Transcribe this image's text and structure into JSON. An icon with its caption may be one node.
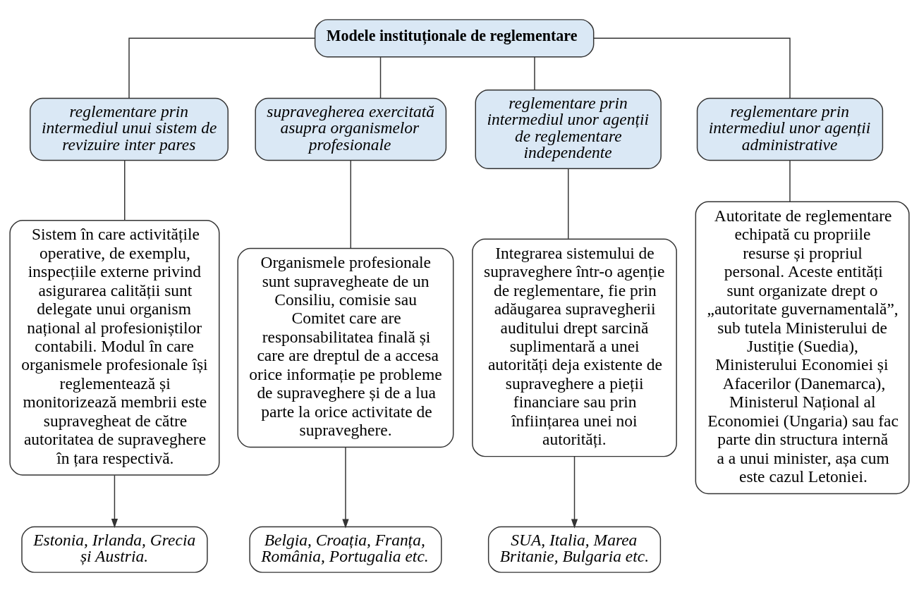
{
  "diagram": {
    "nodes": [
      {
        "text": [
          "Modele instituționale de reglementare"
        ]
      },
      {
        "text": [
          "reglementare prin intermediul unui sistem de revizuire inter pares"
        ]
      },
      {
        "text": [
          "supravegherea exercitată asupra organismelor profesionale"
        ]
      },
      {
        "text": [
          "reglementare prin intermediul unor agenții de reglementare independente"
        ]
      },
      {
        "text": [
          "reglementare prin intermediul unor agenții administrative"
        ]
      },
      {
        "text": [
          "Sistem în care activitățile operative, de exemplu, inspecțiile externe privind asigurarea calității sunt delegate unui organism național al profesioniștilor contabili. Modul în care organismele profesionale își reglementează și monitorizează membrii este supravegheat de către autoritatea de supraveghere în țara respectivă."
        ]
      },
      {
        "text": [
          "Organismele profesionale sunt supravegheate de un Consiliu, comisie sau Comitet care are responsabilitatea finală și care are dreptul de a accesa orice informație pe probleme de supraveghere și de a lua parte la orice activitate de supraveghere."
        ]
      },
      {
        "text": [
          "Integrarea sistemului de supraveghere într-o agenție de reglementare, fie prin adăugarea supravegherii auditului drept sarcină suplimentară a unei autorități deja existente de supraveghere a pieții financiare sau prin înființarea unei noi autorități."
        ]
      },
      {
        "text": [
          "Autoritate de reglementare echipată cu propriile resurse și propriul personal. Aceste entități sunt organizate drept o „autoritate guvernamentală”, sub tutela Ministerului de Justiție (Suedia), Ministerului Economiei și Afacerilor (Danemarca), Ministerul Național al Economiei (Ungaria) sau fac parte din structura internă a a unui minister, așa cum este cazul Letoniei."
        ]
      },
      {
        "text": [
          "Estonia, Irlanda, Grecia și Austria."
        ]
      },
      {
        "text": [
          "Belgia, Croația, Franța, România, Portugalia etc."
        ]
      },
      {
        "text": [
          "SUA, Italia, Marea Britanie, Bulgaria etc."
        ]
      }
    ],
    "edges": [
      {
        "from": 0,
        "to": 1,
        "arrow": "none"
      },
      {
        "from": 0,
        "to": 2,
        "arrow": "none"
      },
      {
        "from": 0,
        "to": 3,
        "arrow": "none"
      },
      {
        "from": 0,
        "to": 4,
        "arrow": "none"
      },
      {
        "from": 1,
        "to": 5,
        "arrow": "none"
      },
      {
        "from": 2,
        "to": 6,
        "arrow": "none"
      },
      {
        "from": 3,
        "to": 7,
        "arrow": "none"
      },
      {
        "from": 4,
        "to": 8,
        "arrow": "none"
      },
      {
        "from": 5,
        "to": 9,
        "arrow": "to"
      },
      {
        "from": 6,
        "to": 10,
        "arrow": "to"
      },
      {
        "from": 7,
        "to": 11,
        "arrow": "to"
      }
    ]
  }
}
